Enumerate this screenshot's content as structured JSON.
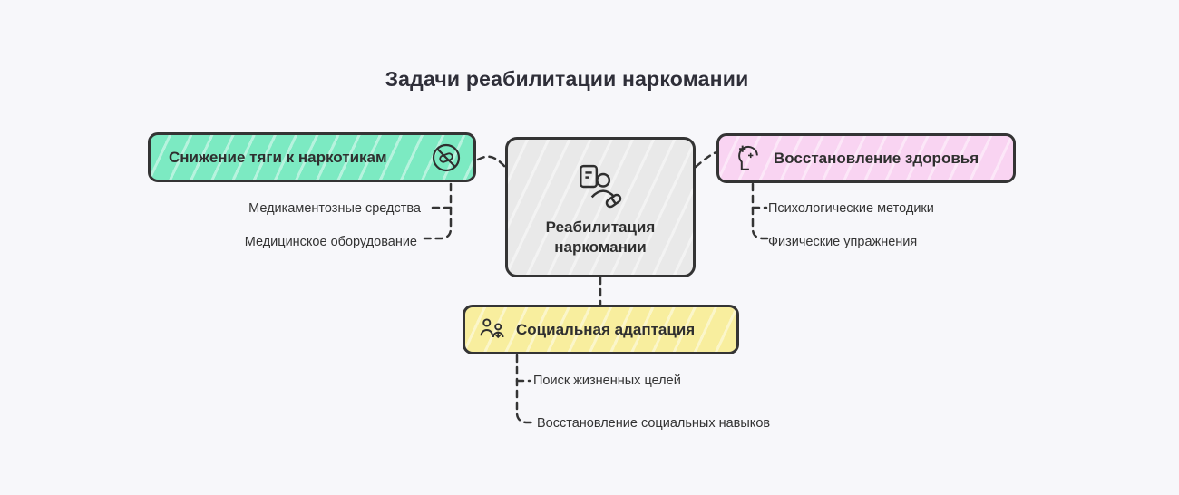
{
  "background": "#f7f7fa",
  "title": "Задачи реабилитации наркомании",
  "center_node": {
    "label": "Реабилитация наркомании",
    "line1": "Реабилитация",
    "line2": "наркомании",
    "color": "#e9e9e9",
    "icon": "rehabilitation-icon"
  },
  "branches": [
    {
      "id": "craving-reduction",
      "label": "Снижение тяги к наркотикам",
      "color": "#7ceac2",
      "icon": "no-drugs-icon",
      "items": [
        "Медикаментозные средства",
        "Медицинское оборудование"
      ]
    },
    {
      "id": "health-recovery",
      "label": "Восстановление здоровья",
      "color": "#f9d4f2",
      "icon": "mental-health-icon",
      "items": [
        "Психологические методики",
        "Физические упражнения"
      ]
    },
    {
      "id": "social-adaptation",
      "label": "Социальная адаптация",
      "color": "#f8ee9e",
      "icon": "people-icon",
      "items": [
        "Поиск жизненных целей",
        "Восстановление социальных навыков"
      ]
    }
  ],
  "line_color": "#343434",
  "text_color": "#333333"
}
